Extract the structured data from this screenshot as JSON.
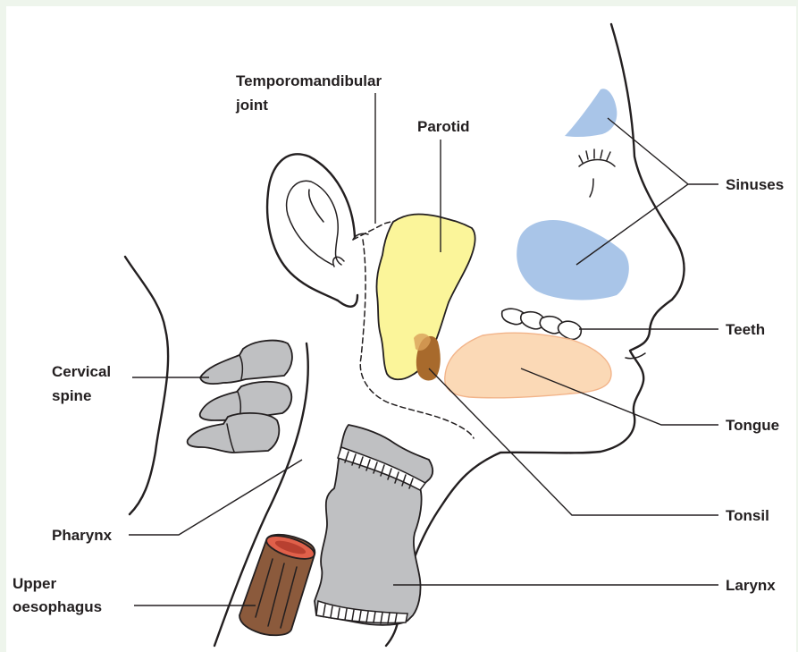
{
  "labels": {
    "tmj_line1": "Temporomandibular",
    "tmj_line2": "joint",
    "parotid": "Parotid",
    "sinuses": "Sinuses",
    "teeth": "Teeth",
    "tongue": "Tongue",
    "tonsil": "Tonsil",
    "larynx": "Larynx",
    "cervical_line1": "Cervical",
    "cervical_line2": "spine",
    "pharynx": "Pharynx",
    "oesophagus_line1": "Upper",
    "oesophagus_line2": "oesophagus"
  },
  "colors": {
    "background": "#eef5ec",
    "parotid": "#fbf59a",
    "sinus": "#a9c5e8",
    "tongue": "#fbd9b6",
    "tonsil": "#a86a2c",
    "bone": "#bfc0c2",
    "oesophagus": "#8b5a3c",
    "oesophagus_lumen": "#e0604a"
  }
}
